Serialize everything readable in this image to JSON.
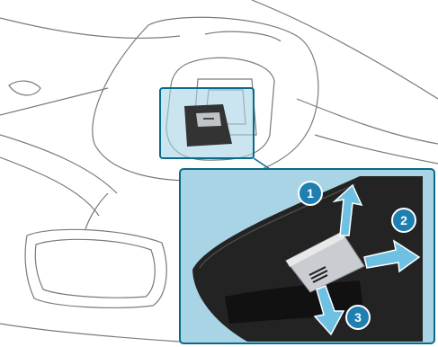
{
  "callouts": [
    {
      "number": "1",
      "direction": "up"
    },
    {
      "number": "2",
      "direction": "right"
    },
    {
      "number": "3",
      "direction": "down"
    }
  ],
  "colors": {
    "highlight": "#0a6a8a",
    "panel_fill": "#a9d4e6",
    "arrow_fill": "#6fc1e3",
    "callout_fill": "#1e7fb0",
    "line": "#777777"
  }
}
